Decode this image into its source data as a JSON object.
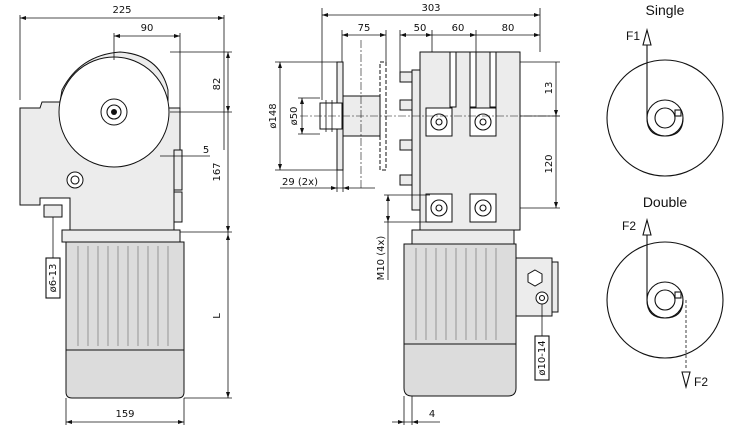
{
  "side_view": {
    "dim_overall_width": "225",
    "dim_drum_offset": "90",
    "dim_top": "82",
    "dim_gap": "5",
    "dim_flange_to_axis": "167",
    "dim_motor_length": "L",
    "dim_motor_width": "159",
    "dim_cable_gland": "ø6-13"
  },
  "front_view": {
    "dim_overall": "303",
    "dim_drum_width": "75",
    "dim_a": "50",
    "dim_b": "60",
    "dim_c": "80",
    "dim_drum_dia": "ø148",
    "dim_shaft_dia": "ø50",
    "dim_slot": "29 (2x)",
    "dim_top_offset": "13",
    "dim_bolt_spacing": "120",
    "dim_bolts": "M10 (4x)",
    "dim_gland": "ø10-14",
    "dim_offset_bottom": "4"
  },
  "rope_modes": [
    {
      "title": "Single",
      "forces": [
        "F1"
      ]
    },
    {
      "title": "Double",
      "forces": [
        "F2",
        "F2"
      ]
    }
  ]
}
